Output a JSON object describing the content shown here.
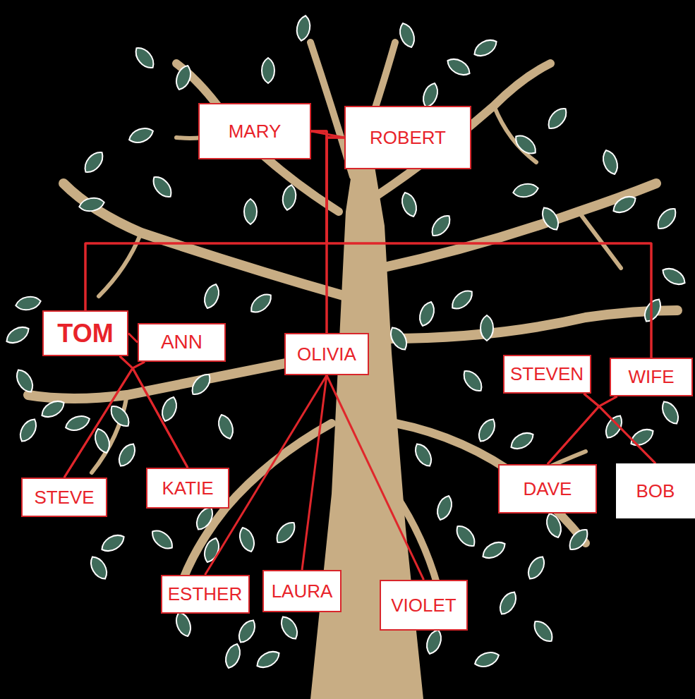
{
  "diagram": {
    "nodes": [
      {
        "text": [
          "MARY"
        ]
      },
      {
        "text": [
          "ROBERT"
        ]
      },
      {
        "text": [
          "TOM"
        ]
      },
      {
        "text": [
          "ANN"
        ]
      },
      {
        "text": [
          "OLIVIA"
        ]
      },
      {
        "text": [
          "STEVEN"
        ]
      },
      {
        "text": [
          "WIFE"
        ]
      },
      {
        "text": [
          "STEVE"
        ]
      },
      {
        "text": [
          "KATIE"
        ]
      },
      {
        "text": [
          "DAVE"
        ]
      },
      {
        "text": [
          "BOB"
        ]
      },
      {
        "text": [
          "ESTHER"
        ]
      },
      {
        "text": [
          "LAURA"
        ]
      },
      {
        "text": [
          "VIOLET"
        ]
      }
    ],
    "edges": [
      {
        "from": 0,
        "to": 1,
        "arrow": "none"
      },
      {
        "from": 0,
        "to": 2,
        "arrow": "none"
      },
      {
        "from": 0,
        "to": 4,
        "arrow": "none"
      },
      {
        "from": 0,
        "to": 6,
        "arrow": "none"
      },
      {
        "from": 1,
        "to": 2,
        "arrow": "none"
      },
      {
        "from": 1,
        "to": 4,
        "arrow": "none"
      },
      {
        "from": 1,
        "to": 6,
        "arrow": "none"
      },
      {
        "from": 2,
        "to": 3,
        "arrow": "none"
      },
      {
        "from": 2,
        "to": 7,
        "arrow": "none"
      },
      {
        "from": 2,
        "to": 8,
        "arrow": "none"
      },
      {
        "from": 3,
        "to": 7,
        "arrow": "none"
      },
      {
        "from": 3,
        "to": 8,
        "arrow": "none"
      },
      {
        "from": 4,
        "to": 11,
        "arrow": "none"
      },
      {
        "from": 4,
        "to": 12,
        "arrow": "none"
      },
      {
        "from": 4,
        "to": 13,
        "arrow": "none"
      },
      {
        "from": 5,
        "to": 9,
        "arrow": "none"
      },
      {
        "from": 5,
        "to": 10,
        "arrow": "none"
      },
      {
        "from": 6,
        "to": 9,
        "arrow": "none"
      },
      {
        "from": 6,
        "to": 10,
        "arrow": "none"
      }
    ]
  }
}
